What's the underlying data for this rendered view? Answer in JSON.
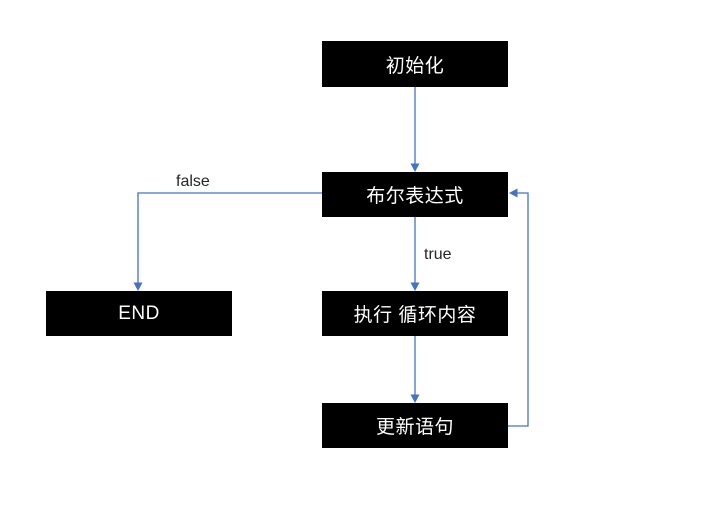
{
  "diagram": {
    "type": "flowchart",
    "nodes": {
      "init": {
        "label": "初始化"
      },
      "condition": {
        "label": "布尔表达式"
      },
      "end": {
        "label": "END"
      },
      "body": {
        "label": "执行 循环内容"
      },
      "update": {
        "label": "更新语句"
      }
    },
    "edges": {
      "false_label": "false",
      "true_label": "true"
    },
    "colors": {
      "node_fill": "#000000",
      "node_text": "#ffffff",
      "connector": "#4472c4",
      "edge_label_text": "#262626",
      "background": "#ffffff"
    }
  }
}
